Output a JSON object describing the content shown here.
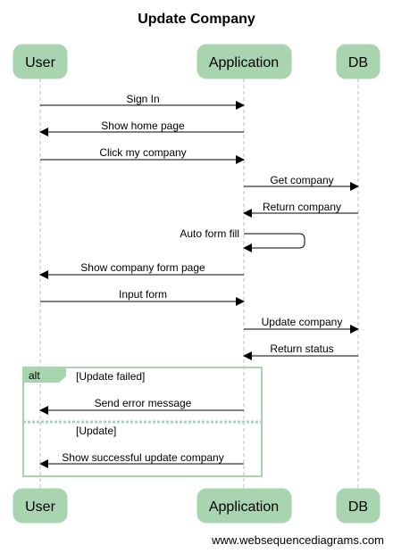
{
  "title": "Update Company",
  "actors": [
    {
      "id": "user",
      "label": "User"
    },
    {
      "id": "app",
      "label": "Application"
    },
    {
      "id": "db",
      "label": "DB"
    }
  ],
  "messages": [
    {
      "from": "user",
      "to": "app",
      "label": "Sign In"
    },
    {
      "from": "app",
      "to": "user",
      "label": "Show home page"
    },
    {
      "from": "user",
      "to": "app",
      "label": "Click my company"
    },
    {
      "from": "app",
      "to": "db",
      "label": "Get company"
    },
    {
      "from": "db",
      "to": "app",
      "label": "Return company"
    },
    {
      "from": "app",
      "to": "app",
      "label": "Auto form fill"
    },
    {
      "from": "app",
      "to": "user",
      "label": "Show company form page"
    },
    {
      "from": "user",
      "to": "app",
      "label": "Input form"
    },
    {
      "from": "app",
      "to": "db",
      "label": "Update company"
    },
    {
      "from": "db",
      "to": "app",
      "label": "Return status"
    },
    {
      "from": "app",
      "to": "user",
      "label": "Send error message"
    },
    {
      "from": "app",
      "to": "user",
      "label": "Show successful update company"
    }
  ],
  "frame": {
    "keyword": "alt",
    "sections": [
      {
        "condition": "[Update failed]"
      },
      {
        "condition": "[Update]"
      }
    ]
  },
  "watermark": "www.websequencediagrams.com",
  "colors": {
    "actor_fill": "#a8d5b0",
    "lifeline": "#bbbbbb"
  }
}
